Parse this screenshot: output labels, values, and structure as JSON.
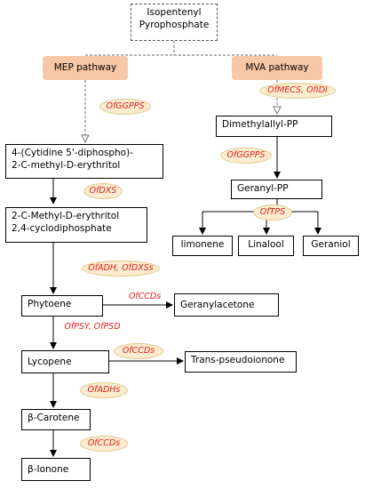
{
  "source": "Isopentenyl\nPyrophosphate",
  "pathways": {
    "mep": "MEP pathway",
    "mva": "MVA pathway"
  },
  "mep_nodes": {
    "cdp": "4-(Cytidine 5'-diphospho)-\n2-C-methyl-D-erythritol",
    "mecpp": "2-C-Methyl-D-erythritol\n2,4-cyclodiphosphate",
    "phytoene": "Phytoene",
    "geranylacetone": "Geranylacetone",
    "lycopene": "Lycopene",
    "pseudoionone": "Trans-pseudoionone",
    "carotene": "β-Carotene",
    "ionone": "β-Ionone"
  },
  "mva_nodes": {
    "dmapp": "Dimethylallyl-PP",
    "gpp": "Geranyl-PP",
    "limonene": "limonene",
    "linalool": "Linalool",
    "geraniol": "Geraniol"
  },
  "enzymes": {
    "ggpps_mep": "OfGGPPS",
    "mecs_idi": "OfMECS, OfIDI",
    "ggpps_mva": "OfGGPPS",
    "dxs": "OfDXS",
    "tps": "OfTPS",
    "adh_dxss": "OfADH, OfDXSs",
    "ccds_1": "OfCCDs",
    "psy_psd": "OfPSY, OfPSD",
    "ccds_2": "OfCCDs",
    "adhs": "OfADHs",
    "ccds_3": "OfCCDs"
  }
}
